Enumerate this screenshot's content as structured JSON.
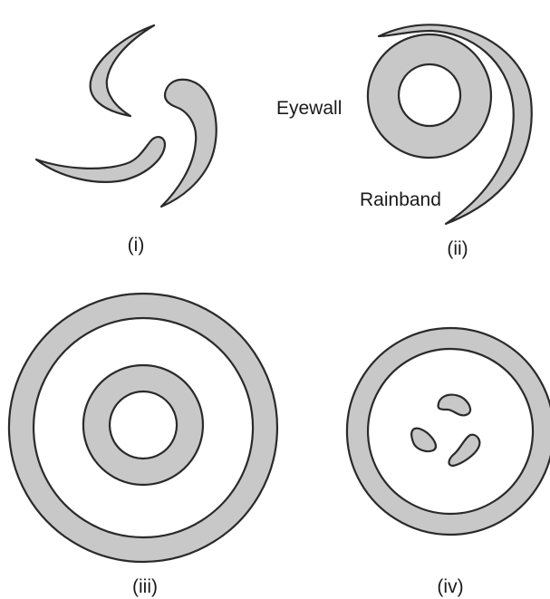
{
  "panels": [
    {
      "caption": "(i)",
      "labels": []
    },
    {
      "caption": "(ii)",
      "labels": [
        "Eyewall",
        "Rainband"
      ]
    },
    {
      "caption": "(iii)",
      "labels": []
    },
    {
      "caption": "(iv)",
      "labels": []
    }
  ],
  "colors": {
    "band_fill": "#c8c8c8",
    "outline": "#2a2a2a",
    "text": "#1a1a1a",
    "background": "#ffffff"
  }
}
